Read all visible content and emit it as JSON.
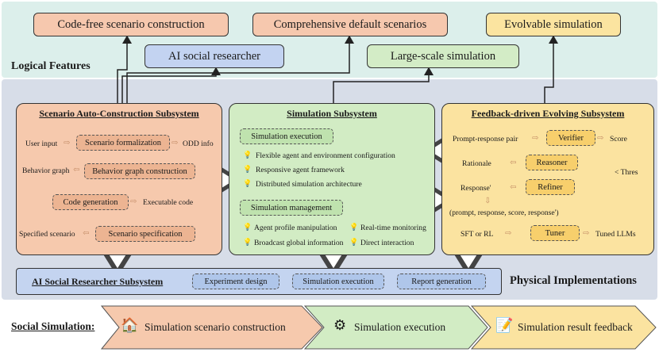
{
  "logical": {
    "label": "Logical Features",
    "code_free": "Code-free scenario construction",
    "comprehensive": "Comprehensive default scenarios",
    "evolvable": "Evolvable simulation",
    "ai_researcher": "AI social researcher",
    "large_scale": "Large-scale simulation"
  },
  "physical_label": "Physical Implementations",
  "scenario": {
    "title": "Scenario Auto-Construction Subsystem",
    "user_input": "User input",
    "formalization": "Scenario formalization",
    "odd_info": "ODD info",
    "behavior_graph": "Behavior graph",
    "bg_construction": "Behavior graph construction",
    "code_generation": "Code generation",
    "executable_code": "Executable code",
    "specified_scenario": "Specified scenario",
    "scenario_specification": "Scenario specification"
  },
  "simulation": {
    "title": "Simulation Subsystem",
    "execution": "Simulation execution",
    "exec_items": [
      "Flexible agent and environment configuration",
      "Responsive agent framework",
      "Distributed simulation architecture"
    ],
    "management": "Simulation management",
    "mgmt_items": [
      "Agent profile manipulation",
      "Real-time monitoring",
      "Broadcast global information",
      "Direct interaction"
    ]
  },
  "feedback": {
    "title": "Feedback-driven Evolving Subsystem",
    "prompt_pair": "Prompt-response pair",
    "verifier": "Verifier",
    "score": "Score",
    "rationale": "Rationale",
    "reasoner": "Reasoner",
    "thres": "< Thres",
    "response_prime": "Response'",
    "refiner": "Refiner",
    "tuple": "(prompt, response, score, response')",
    "sft_rl": "SFT or RL",
    "tuner": "Tuner",
    "tuned": "Tuned LLMs"
  },
  "researcher": {
    "title": "AI Social Researcher Subsystem",
    "steps": [
      "Experiment design",
      "Simulation execution",
      "Report generation"
    ]
  },
  "social": {
    "label": "Social Simulation:",
    "stages": [
      "Simulation scenario construction",
      "Simulation execution",
      "Simulation result feedback"
    ]
  },
  "colors": {
    "orange": "#f6c9ad",
    "green": "#d2ecc4",
    "yellow": "#fbe3a0",
    "blue": "#c4d4f0"
  }
}
